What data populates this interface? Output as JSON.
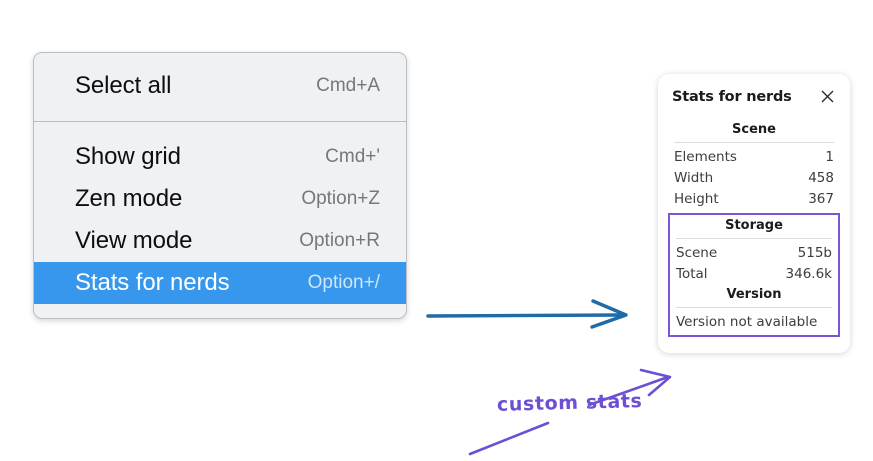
{
  "context_menu": {
    "name": "canvas-context-menu",
    "groups": [
      {
        "items": [
          {
            "label": "Select all",
            "shortcut": "Cmd+A",
            "selected": false,
            "name": "select-all"
          }
        ]
      },
      {
        "items": [
          {
            "label": "Show grid",
            "shortcut": "Cmd+'",
            "selected": false,
            "name": "show-grid"
          },
          {
            "label": "Zen mode",
            "shortcut": "Option+Z",
            "selected": false,
            "name": "zen-mode"
          },
          {
            "label": "View mode",
            "shortcut": "Option+R",
            "selected": false,
            "name": "view-mode"
          },
          {
            "label": "Stats for nerds",
            "shortcut": "Option+/",
            "selected": true,
            "name": "stats-for-nerds"
          }
        ]
      }
    ]
  },
  "stats_panel": {
    "title": "Stats for nerds",
    "close_label": "×",
    "sections": [
      {
        "heading": "Scene",
        "highlighted": false,
        "rows": [
          {
            "key": "Elements",
            "value": "1"
          },
          {
            "key": "Width",
            "value": "458"
          },
          {
            "key": "Height",
            "value": "367"
          }
        ]
      },
      {
        "heading": "Storage",
        "highlighted": true,
        "rows": [
          {
            "key": "Scene",
            "value": "515b"
          },
          {
            "key": "Total",
            "value": "346.6k"
          }
        ]
      },
      {
        "heading": "Version",
        "highlighted": true,
        "single": "Version not available"
      }
    ]
  },
  "annotations": {
    "handwritten_note": "custom stats",
    "blue_arrow_label": "menu-to-panel-arrow",
    "purple_arrow_label": "note-to-storage-arrow",
    "colors": {
      "menu_highlight": "#3697ec",
      "menu_background": "#f0f1f3",
      "blue_arrow": "#1f6aa8",
      "purple_accent": "#6c4fd4",
      "purple_box": "#7a55d6"
    }
  }
}
